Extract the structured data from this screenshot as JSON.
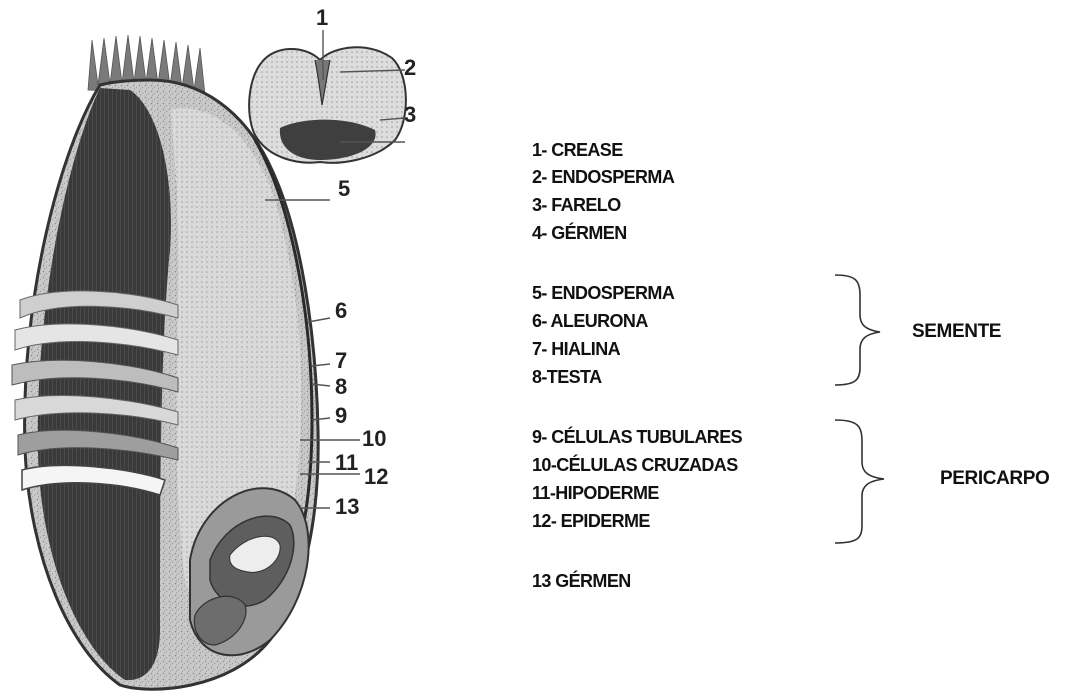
{
  "callouts": [
    "1",
    "2",
    "3",
    "5",
    "6",
    "7",
    "8",
    "9",
    "10",
    "11",
    "12",
    "13"
  ],
  "legend": {
    "items": [
      "1- CREASE",
      "2- ENDOSPERMA",
      "3- FARELO",
      "4- GÉRMEN",
      "5- ENDOSPERMA",
      "6- ALEURONA",
      "7- HIALINA",
      "8-TESTA",
      "9- CÉLULAS TUBULARES",
      "10-CÉLULAS CRUZADAS",
      "11-HIPODERME",
      "12- EPIDERME",
      "13 GÉRMEN"
    ],
    "groups": {
      "semente": "SEMENTE",
      "pericarpo": "PERICARPO"
    }
  }
}
